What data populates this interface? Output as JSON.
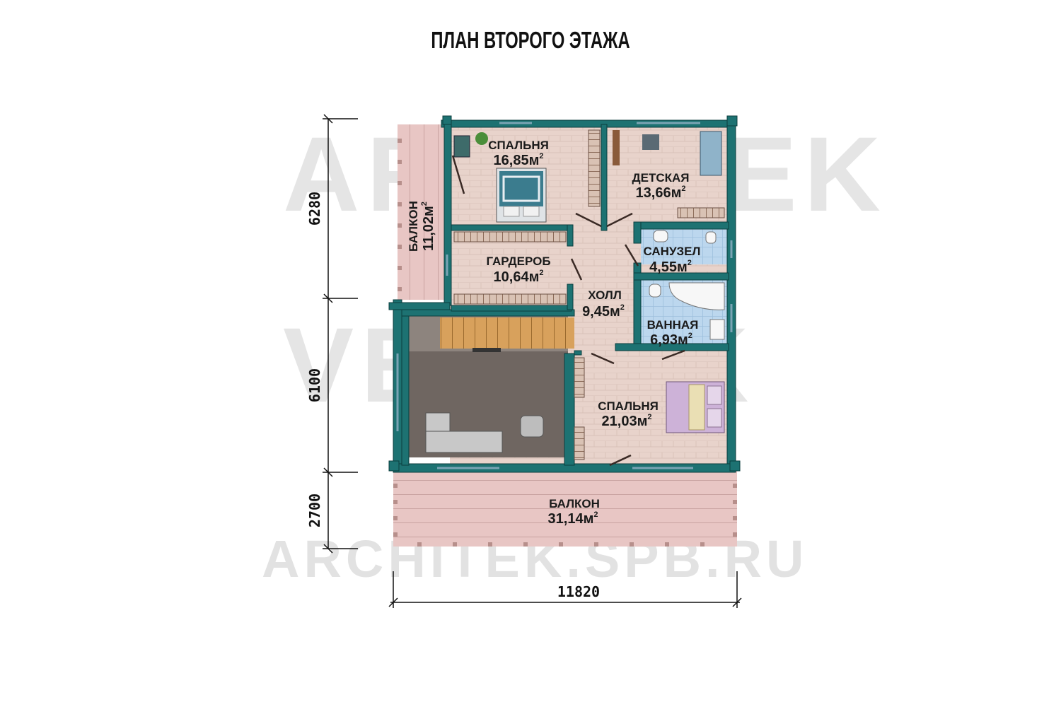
{
  "title": "ПЛАН ВТОРОГО ЭТАЖА",
  "watermark": {
    "brand_top": "ARCHITEK",
    "brand_bottom": "VEKTEK",
    "site": "ARCHITEK.SPB.RU"
  },
  "colors": {
    "wall": "#1d7272",
    "wall_edge": "#0c3e3e",
    "floor": "#e8d3cb",
    "deck": "#e8c6c4",
    "tile": "#bcd7ee",
    "stair": "#d7a15b"
  },
  "rooms": [
    {
      "id": "bedroom1",
      "name": "СПАЛЬНЯ",
      "area": "16,85м"
    },
    {
      "id": "kids",
      "name": "ДЕТСКАЯ",
      "area": "13,66м"
    },
    {
      "id": "balcony_side",
      "name": "БАЛКОН",
      "area": "11,02м"
    },
    {
      "id": "wardrobe",
      "name": "ГАРДЕРОБ",
      "area": "10,64м"
    },
    {
      "id": "wc",
      "name": "САНУЗЕЛ",
      "area": "4,55м"
    },
    {
      "id": "hall",
      "name": "ХОЛЛ",
      "area": "9,45м"
    },
    {
      "id": "bath",
      "name": "ВАННАЯ",
      "area": "6,93м"
    },
    {
      "id": "bedroom2",
      "name": "СПАЛЬНЯ",
      "area": "21,03м"
    },
    {
      "id": "balcony_front",
      "name": "БАЛКОН",
      "area": "31,14м"
    }
  ],
  "area_unit_sup": "2",
  "dimensions": {
    "left": [
      "6280",
      "6100",
      "2700"
    ],
    "bottom": "11820"
  }
}
